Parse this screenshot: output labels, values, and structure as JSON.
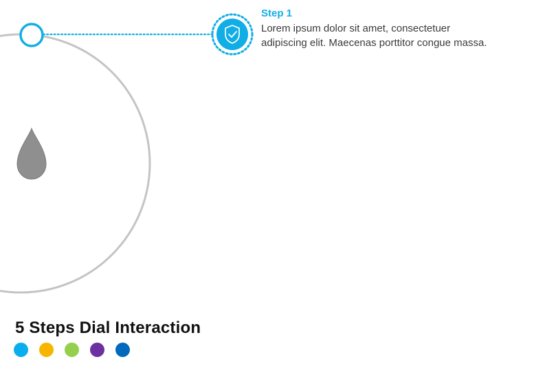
{
  "title": "5 Steps Dial Interaction",
  "step": {
    "label": "Step 1",
    "description": "Lorem ipsum dolor sit amet, consectetuer adipiscing elit. Maecenas porttitor congue massa.",
    "icon": "shield-check-icon"
  },
  "dial": {
    "pointer_icon": "droplet-pointer-icon"
  },
  "colors": {
    "accent": "#11aee5",
    "dial_ring": "#c4c4c4",
    "pointer": "#8f8f8f",
    "steps": [
      "#0aaeef",
      "#f7b500",
      "#94cf4d",
      "#6c30a1",
      "#0068bd"
    ]
  }
}
